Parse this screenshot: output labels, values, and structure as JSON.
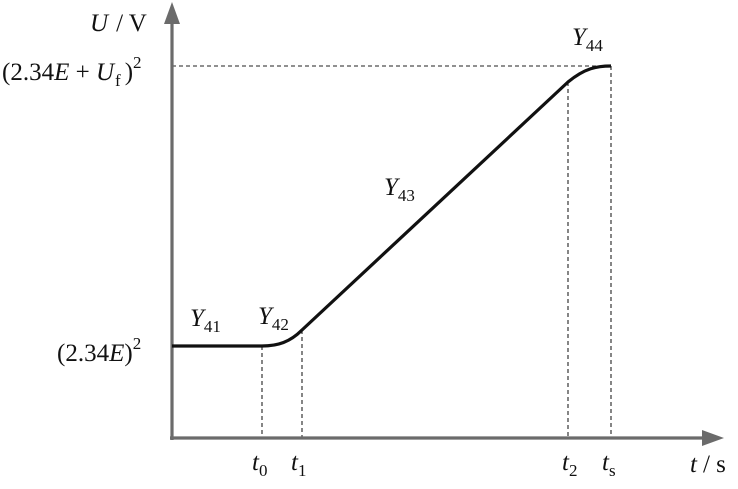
{
  "axes": {
    "y_label": {
      "var": "U",
      "unit": "/ V"
    },
    "x_label": {
      "var": "t",
      "unit": "/ s"
    }
  },
  "y_levels": {
    "upper": {
      "lparen": "(2.34",
      "E": "E",
      "plus": " + ",
      "U": "U",
      "f": "f",
      "rparen": ")",
      "exp": "2"
    },
    "lower": {
      "lparen": "(2.34",
      "E": "E",
      "rparen": ")",
      "exp": "2"
    }
  },
  "segments": [
    {
      "Y": "Y",
      "sub": "41"
    },
    {
      "Y": "Y",
      "sub": "42"
    },
    {
      "Y": "Y",
      "sub": "43"
    },
    {
      "Y": "Y",
      "sub": "44"
    }
  ],
  "x_ticks": [
    {
      "t": "t",
      "sub": "0"
    },
    {
      "t": "t",
      "sub": "1"
    },
    {
      "t": "t",
      "sub": "2"
    },
    {
      "t": "t",
      "sub": "s"
    }
  ]
}
